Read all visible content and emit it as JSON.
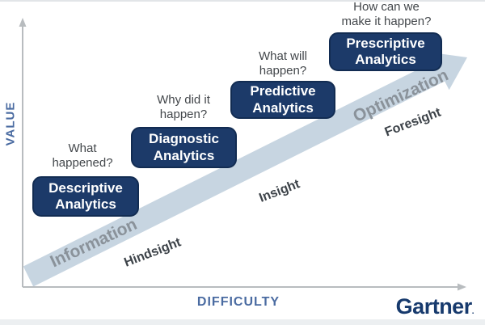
{
  "colors": {
    "box_bg": "#1c3a69",
    "box_border": "#122c52",
    "box_text": "#ffffff",
    "arrow_band": "#c7d5e1",
    "axis": "#b8bcbf",
    "axis_label": "#4a6ba1",
    "question_text": "#43474b",
    "label_on_arrow": "#8a929a",
    "label_dark": "#3d4349",
    "logo": "#173a6d"
  },
  "axes": {
    "y_label": "VALUE",
    "x_label": "DIFFICULTY"
  },
  "stages": [
    {
      "question": "What\nhappened?",
      "box": "Descriptive\nAnalytics"
    },
    {
      "question": "Why did it\nhappen?",
      "box": "Diagnostic\nAnalytics"
    },
    {
      "question": "What will\nhappen?",
      "box": "Predictive\nAnalytics"
    },
    {
      "question": "How can we\nmake it happen?",
      "box": "Prescriptive\nAnalytics"
    }
  ],
  "arrow_labels": {
    "information": "Information",
    "hindsight": "Hindsight",
    "insight": "Insight",
    "optimization": "Optimization",
    "foresight": "Foresight"
  },
  "logo": {
    "text": "Gartner",
    "mark": "."
  }
}
